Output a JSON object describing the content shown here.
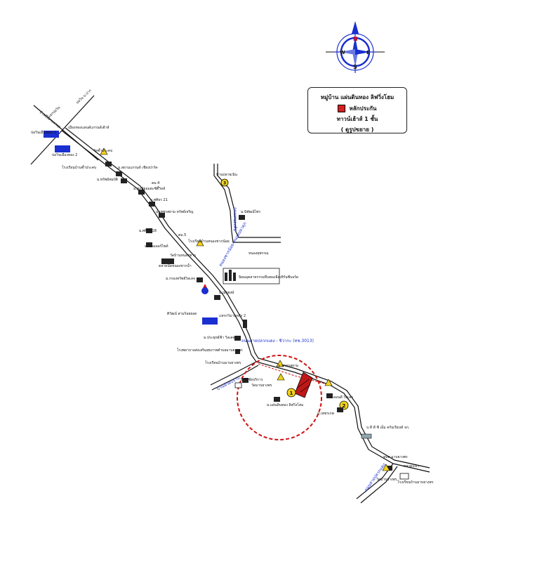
{
  "compass": {
    "n": "N",
    "s": "S",
    "e": "E",
    "w": "W"
  },
  "legend": {
    "title": "หมู่บ้าน แผ่นดินทอง ลิฟวิ่งโฮม",
    "marker_label": "หลักประกัน",
    "type": "ทาวน์เฮ้าส์ 1 ชั้น",
    "note": "( ดูรูปขยาย )"
  },
  "labels": {
    "l1": "แยกปอวิน",
    "l2": "บ่อวิน บ.ปาก",
    "l3": "บ้านบึงมาบตาพุด",
    "l4": "บ่อวินเมืองทอง 1",
    "l5": "เมืองทองแลนด์แกรนด์เฮ้าส์",
    "l6": "บ่อวินเมืองทอง 2",
    "l7": "วัดซ้ำประคบ",
    "l8": "โรงเรียนบ้านซ้ำประคบ",
    "l9": "ม.ทรัพย์สมบัติ",
    "l10": "ม.สยามแกรนด์ เชียงปาร์ค",
    "l11": "ม.ศุภลัยอมตะซิตี้วิลล์",
    "l12": "ตม.4",
    "l13": "ม.ศศิธร 21",
    "l14": "ม.เพชรสยาม ทรัพย์เจริญ",
    "l15": "ม.ศศิธร 18",
    "l16": "ตม.5",
    "l17": "ม.วอลเดอร์ไซด์",
    "l18": "บ้านปลายเนิน",
    "l19": "ม.นิพัฒน์ไพร",
    "l20": "ถนนหนองค้อ",
    "l21": "โรงเรียนบ้านหนองชากน้อย",
    "l22": "วัดบ้านหนองชาก",
    "l23": "หนองชากน้อย-หนองปลาดุก",
    "l24": "ตลาดนัดหนองชากน้ำ",
    "l25": "หนองสุพรรณ",
    "l26": "ม.กรองทรัพย์วิลเลจ",
    "l27": "นิคมอุตสาหกรรมปิ่นทองอีสเทิร์นซีบอร์ด",
    "l28": "ม.ณัฐพงษ์",
    "l29": "ศิวัฒน์ สามร้อยยอด",
    "l30": "แทรกวิมานหลัง 2",
    "l31": "ถนนสายปลวกแดง - ชิวากะ (ทช.3013)",
    "l32": "ม.ประยุทธ์ฟ้า วิลเลจ",
    "l33": "โรงพยาบาลส่งเสริมสุขภาพตำบลมาบยางพร",
    "l34": "โรงเรียนบ้านมาบยางพร",
    "l35": "ม.นายกสยาม",
    "l36": "ม.ศิริชัยบริการ",
    "l37": "วัดมาบยางพร",
    "l38": "ม.แผ่นดินทอง ลิฟวิ่งโฮม",
    "l39": "บ้านห้วยปราบ",
    "l40": "ม.เพชรเกต",
    "l41": "ม.ดอนดี วิลเลจ",
    "l42": "บ.ที ดี ซี เอ็ม ครับเรียนท์ จก.",
    "l43": "ถนนสายปลวกแดง",
    "l44": "ทบต.มาบยางพร",
    "l45": "วัดมาบยางพร",
    "l46": "โรงเรียนบ้านมาบยางพร",
    "l47": "ตลาดแนว"
  },
  "markers": {
    "m1": "1",
    "m2": "2",
    "m3": "3"
  }
}
